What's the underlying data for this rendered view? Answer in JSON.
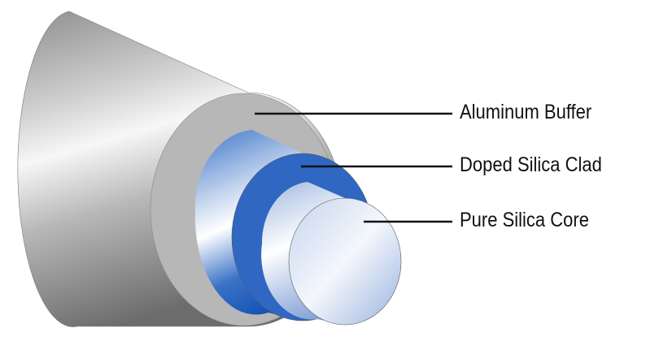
{
  "title": "Fiber cross-section diagram",
  "labels": {
    "buffer": "Aluminum Buffer",
    "clad": "Doped Silica Clad",
    "core": "Pure Silica Core"
  },
  "colors": {
    "aluminum": "#b4b4b4",
    "clad_blue": "#1f5fbf",
    "core_light": "#dfe6f5"
  }
}
